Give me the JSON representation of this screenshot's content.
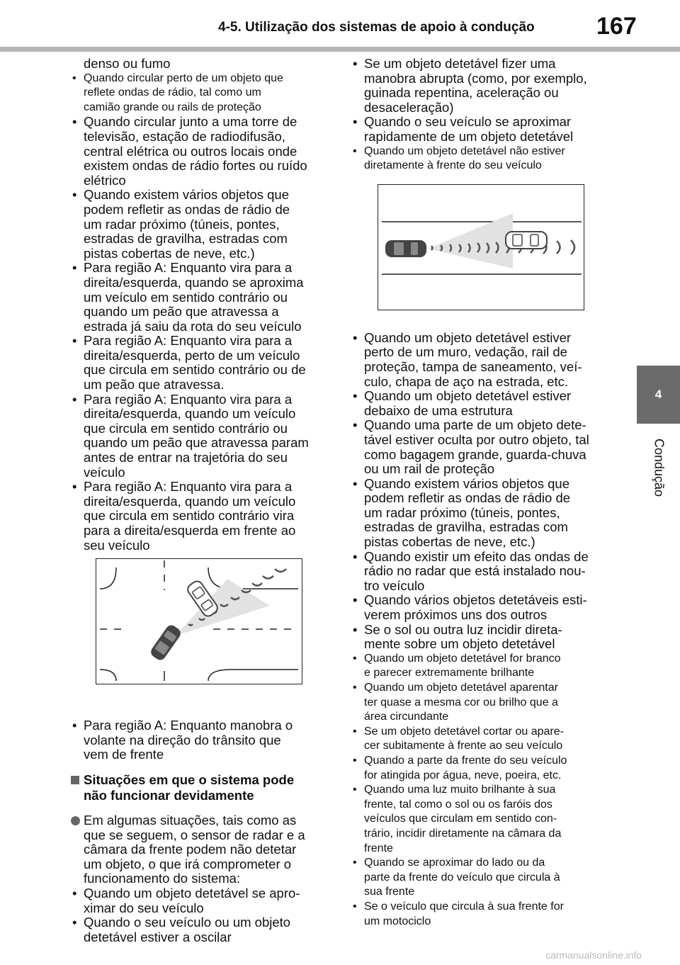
{
  "header": {
    "title": "4-5. Utilização dos sistemas de apoio à condução",
    "page_number": "167"
  },
  "side_tab": {
    "number": "4",
    "label": "Condução"
  },
  "left_column": {
    "lines_top": [
      {
        "b": "",
        "t": "denso ou fumo",
        "small": false
      },
      {
        "b": "•",
        "t": "Quando circular perto de um objeto que",
        "small": true
      },
      {
        "b": "",
        "t": "reflete ondas de rádio, tal como um",
        "small": true
      },
      {
        "b": "",
        "t": "camião grande ou rails de proteção",
        "small": true
      },
      {
        "b": "•",
        "t": "Quando circular junto a uma torre de",
        "small": false
      },
      {
        "b": "",
        "t": "televisão, estação de radiodifusão,",
        "small": false
      },
      {
        "b": "",
        "t": "central elétrica ou outros locais onde",
        "small": false
      },
      {
        "b": "",
        "t": "existem ondas de rádio fortes ou ruído",
        "small": false
      },
      {
        "b": "",
        "t": "elétrico",
        "small": false
      },
      {
        "b": "•",
        "t": "Quando existem vários objetos que",
        "small": false
      },
      {
        "b": "",
        "t": "podem refletir as ondas de rádio de",
        "small": false
      },
      {
        "b": "",
        "t": "um radar próximo (túneis, pontes,",
        "small": false
      },
      {
        "b": "",
        "t": "estradas de gravilha, estradas com",
        "small": false
      },
      {
        "b": "",
        "t": "pistas cobertas de neve, etc.)",
        "small": false
      },
      {
        "b": "•",
        "t": "Para região A: Enquanto vira para a",
        "small": false
      },
      {
        "b": "",
        "t": "direita/esquerda, quando se aproxima",
        "small": false
      },
      {
        "b": "",
        "t": "um veículo em sentido contrário ou",
        "small": false
      },
      {
        "b": "",
        "t": "quando um peão que atravessa a",
        "small": false
      },
      {
        "b": "",
        "t": "estrada já saiu da rota do seu veículo",
        "small": false
      },
      {
        "b": "•",
        "t": "Para região A: Enquanto vira para a",
        "small": false
      },
      {
        "b": "",
        "t": "direita/esquerda, perto de um veículo",
        "small": false
      },
      {
        "b": "",
        "t": "que circula em sentido contrário ou de",
        "small": false
      },
      {
        "b": "",
        "t": "um peão que atravessa.",
        "small": false
      },
      {
        "b": "•",
        "t": "Para região A: Enquanto vira para a",
        "small": false
      },
      {
        "b": "",
        "t": "direita/esquerda, quando um veículo",
        "small": false
      },
      {
        "b": "",
        "t": "que circula em sentido contrário ou",
        "small": false
      },
      {
        "b": "",
        "t": "quando um peão que atravessa param",
        "small": false
      },
      {
        "b": "",
        "t": "antes de entrar na trajetória do seu",
        "small": false
      },
      {
        "b": "",
        "t": "veículo",
        "small": false
      },
      {
        "b": "•",
        "t": "Para região A: Enquanto vira para a",
        "small": false
      },
      {
        "b": "",
        "t": "direita/esquerda, quando um veículo",
        "small": false
      },
      {
        "b": "",
        "t": "que circula em sentido contrário vira",
        "small": false
      },
      {
        "b": "",
        "t": "para a direita/esquerda em frente ao",
        "small": false
      },
      {
        "b": "",
        "t": "seu veículo",
        "small": false
      }
    ],
    "lines_after_figure": [
      {
        "b": "•",
        "t": "Para região A: Enquanto manobra o"
      },
      {
        "b": "",
        "t": "volante na direção do trânsito que"
      },
      {
        "b": "",
        "t": "vem de frente"
      }
    ],
    "heading": [
      "Situações em que o sistema pode",
      "não funcionar devidamente"
    ],
    "circle_item": [
      "Em algumas situações, tais como as",
      "que se seguem, o sensor de radar e a",
      "câmara da frente podem não detetar",
      "um objeto, o que irá comprometer o",
      "funcionamento do sistema:"
    ],
    "lines_bottom": [
      {
        "b": "•",
        "t": "Quando um objeto detetável se apro-"
      },
      {
        "b": "",
        "t": "ximar do seu veículo"
      },
      {
        "b": "•",
        "t": "Quando o seu veículo ou um objeto"
      },
      {
        "b": "",
        "t": "detetável estiver a oscilar"
      }
    ]
  },
  "right_column": {
    "lines_top": [
      {
        "b": "•",
        "t": "Se um objeto detetável fizer uma",
        "small": false
      },
      {
        "b": "",
        "t": "manobra abrupta (como, por exemplo,",
        "small": false
      },
      {
        "b": "",
        "t": "guinada repentina, aceleração ou",
        "small": false
      },
      {
        "b": "",
        "t": "desaceleração)",
        "small": false
      },
      {
        "b": "•",
        "t": "Quando o seu veículo se aproximar",
        "small": false
      },
      {
        "b": "",
        "t": "rapidamente de um objeto detetável",
        "small": false
      },
      {
        "b": "•",
        "t": "Quando um objeto detetável não estiver",
        "small": true
      },
      {
        "b": "",
        "t": "diretamente à frente do seu veículo",
        "small": true
      }
    ],
    "lines_bottom": [
      {
        "b": "•",
        "t": "Quando um objeto detetável estiver",
        "small": false
      },
      {
        "b": "",
        "t": "perto de um muro, vedação, rail de",
        "small": false
      },
      {
        "b": "",
        "t": "proteção, tampa de saneamento, veí-",
        "small": false
      },
      {
        "b": "",
        "t": "culo, chapa de aço na estrada, etc.",
        "small": false
      },
      {
        "b": "•",
        "t": "Quando um objeto detetável estiver",
        "small": false
      },
      {
        "b": "",
        "t": "debaixo de uma estrutura",
        "small": false
      },
      {
        "b": "•",
        "t": "Quando uma parte de um objeto dete-",
        "small": false
      },
      {
        "b": "",
        "t": "tável estiver oculta por outro objeto, tal",
        "small": false
      },
      {
        "b": "",
        "t": "como bagagem grande, guarda-chuva",
        "small": false
      },
      {
        "b": "",
        "t": "ou um rail de proteção",
        "small": false
      },
      {
        "b": "•",
        "t": "Quando existem vários objetos que",
        "small": false
      },
      {
        "b": "",
        "t": "podem refletir as ondas de rádio de",
        "small": false
      },
      {
        "b": "",
        "t": "um radar próximo (túneis, pontes,",
        "small": false
      },
      {
        "b": "",
        "t": "estradas de gravilha, estradas com",
        "small": false
      },
      {
        "b": "",
        "t": "pistas cobertas de neve, etc.)",
        "small": false
      },
      {
        "b": "•",
        "t": "Quando existir um efeito das ondas de",
        "small": false
      },
      {
        "b": "",
        "t": "rádio no radar que está instalado nou-",
        "small": false
      },
      {
        "b": "",
        "t": "tro veículo",
        "small": false
      },
      {
        "b": "•",
        "t": "Quando vários objetos detetáveis esti-",
        "small": false
      },
      {
        "b": "",
        "t": "verem próximos uns dos outros",
        "small": false
      },
      {
        "b": "•",
        "t": "Se o sol ou outra luz incidir direta-",
        "small": false
      },
      {
        "b": "",
        "t": "mente sobre um objeto detetável",
        "small": false
      },
      {
        "b": "•",
        "t": "Quando um objeto detetável for branco",
        "small": true
      },
      {
        "b": "",
        "t": "e parecer extremamente brilhante",
        "small": true
      },
      {
        "b": "•",
        "t": "Quando um objeto detetável aparentar",
        "small": true
      },
      {
        "b": "",
        "t": "ter quase a mesma cor ou brilho que a",
        "small": true
      },
      {
        "b": "",
        "t": "área circundante",
        "small": true
      },
      {
        "b": "•",
        "t": "Se um objeto detetável cortar ou apare-",
        "small": true
      },
      {
        "b": "",
        "t": "cer subitamente à frente ao seu veículo",
        "small": true
      },
      {
        "b": "•",
        "t": "Quando a parte da frente do seu veículo",
        "small": true
      },
      {
        "b": "",
        "t": "for atingida por água, neve, poeira, etc.",
        "small": true
      },
      {
        "b": "•",
        "t": "Quando uma luz muito brilhante à sua",
        "small": true
      },
      {
        "b": "",
        "t": "frente, tal como o sol ou os faróis dos",
        "small": true
      },
      {
        "b": "",
        "t": "veículos que circulam em sentido con-",
        "small": true
      },
      {
        "b": "",
        "t": "trário, incidir diretamente na câmara da",
        "small": true
      },
      {
        "b": "",
        "t": "frente",
        "small": true
      },
      {
        "b": "•",
        "t": "Quando se aproximar do lado ou da",
        "small": true
      },
      {
        "b": "",
        "t": "parte da frente do veículo que circula à",
        "small": true
      },
      {
        "b": "",
        "t": "sua frente",
        "small": true
      },
      {
        "b": "•",
        "t": "Se o veículo que circula à sua frente for",
        "small": true
      },
      {
        "b": "",
        "t": "um motociclo",
        "small": true
      }
    ]
  },
  "watermark": "carmanualsonline.info"
}
